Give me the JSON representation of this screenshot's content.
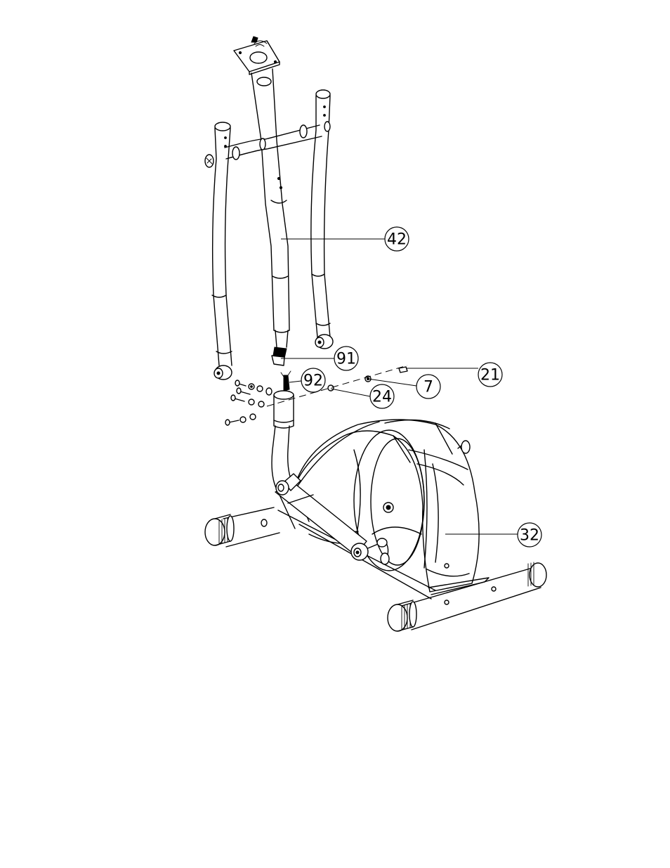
{
  "callouts": [
    {
      "id": "c42",
      "label": "42"
    },
    {
      "id": "c91",
      "label": "91"
    },
    {
      "id": "c92",
      "label": "92"
    },
    {
      "id": "c21",
      "label": "21"
    },
    {
      "id": "c7",
      "label": "7"
    },
    {
      "id": "c24",
      "label": "24"
    },
    {
      "id": "c32",
      "label": "32"
    }
  ]
}
